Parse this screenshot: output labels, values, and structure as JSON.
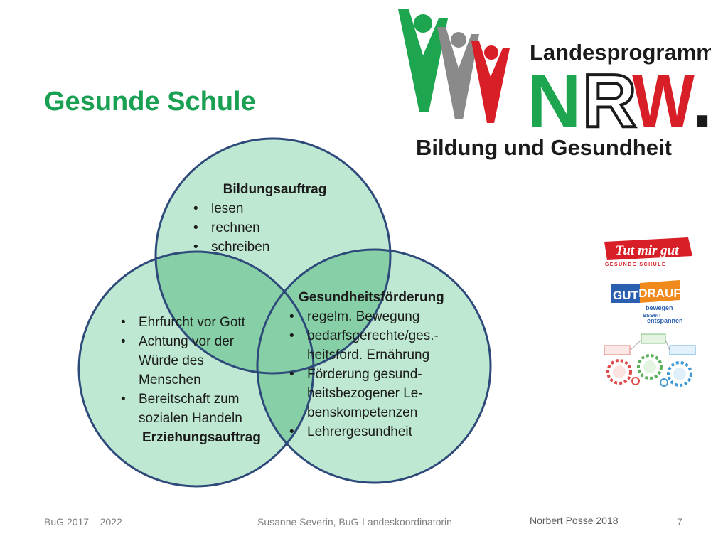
{
  "slide": {
    "title": "Gesunde Schule",
    "circles": {
      "top": {
        "heading": "Bildungsauftrag",
        "items": [
          "lesen",
          "rechnen",
          "schreiben"
        ]
      },
      "left": {
        "items": [
          "Ehrfurcht vor Gott",
          "Achtung vor der Würde  des Menschen",
          "Bereitschaft zum sozialen Handeln"
        ],
        "heading": "Erziehungsauftrag"
      },
      "right": {
        "heading": "Gesundheitsförderung",
        "items": [
          "regelm. Bewegung",
          "bedarfsgerechte/ges.-heitsförd. Ernährung",
          " Förderung  gesund-heitsbezogener Le-benskompetenzen",
          "Lehrergesundheit"
        ]
      }
    },
    "colors": {
      "title": "#1aa052",
      "circle_fill": "#bfe8d2",
      "circle_overlap": "#87cfa6",
      "circle_stroke": "#2e4a7a",
      "nrw_green": "#1ea54f",
      "nrw_red": "#d81e27",
      "nrw_gray": "#8a8a8a"
    }
  },
  "logos": {
    "nrw": {
      "line1": "Landesprogramm",
      "line2_letters": [
        "N",
        "R",
        "W",
        "."
      ],
      "line3": "Bildung und Gesundheit"
    },
    "tut_mir_gut": {
      "main": "Tut mir gut",
      "sub": "GESUNDE SCHULE"
    },
    "gut_drauf": {
      "gut": "GUT",
      "drauf": "DRAUF",
      "lines": [
        "bewegen",
        "essen",
        "entspannen"
      ]
    },
    "gear_diagram": {
      "icon": "gear-network-icon"
    }
  },
  "footer": {
    "left": "BuG 2017 – 2022",
    "center": "Susanne Severin, BuG-Landeskoordinatorin",
    "author": "Norbert Posse 2018",
    "page": "7"
  }
}
